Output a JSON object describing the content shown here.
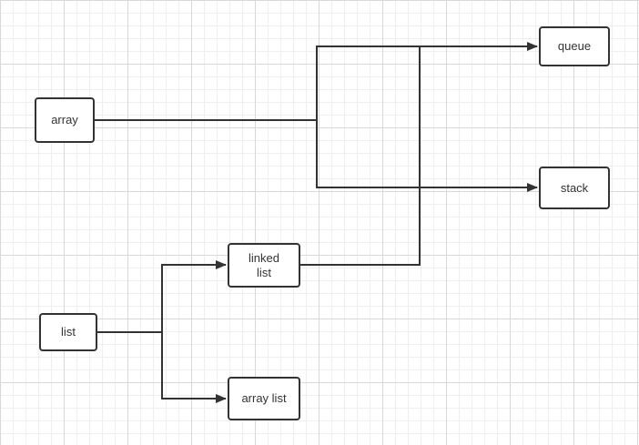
{
  "nodes": {
    "array": "array",
    "queue": "queue",
    "stack": "stack",
    "linked_list": "linked\nlist",
    "list": "list",
    "array_list": "array list"
  },
  "edges": [
    {
      "from": "array",
      "to": "queue"
    },
    {
      "from": "array",
      "to": "stack"
    },
    {
      "from": "linked_list",
      "to": "queue"
    },
    {
      "from": "linked_list",
      "to": "stack"
    },
    {
      "from": "list",
      "to": "linked_list"
    },
    {
      "from": "list",
      "to": "array_list"
    }
  ],
  "colors": {
    "stroke": "#333333",
    "grid_major": "#d8d8d8",
    "grid_minor": "#efefef",
    "node_fill": "#ffffff"
  }
}
